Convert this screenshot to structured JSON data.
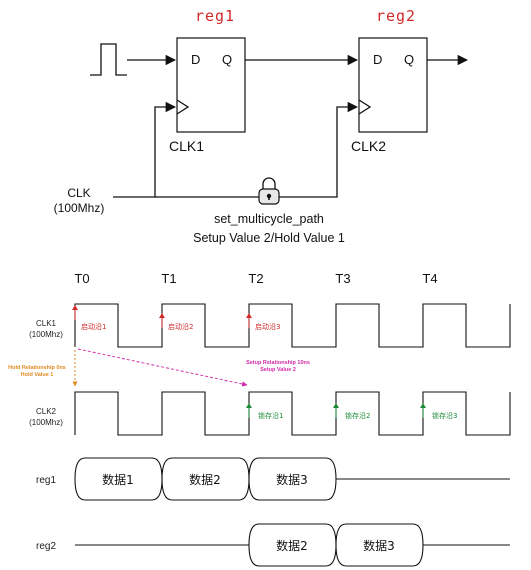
{
  "circuit": {
    "reg1_title": "reg1",
    "reg2_title": "reg2",
    "reg1": {
      "d": "D",
      "q": "Q",
      "clk_name": "CLK1"
    },
    "reg2": {
      "d": "D",
      "q": "Q",
      "clk_name": "CLK2"
    },
    "clk_label": "CLK",
    "clk_freq": "(100Mhz)",
    "constraint_line1": "set_multicycle_path",
    "constraint_line2": "Setup Value 2/Hold Value 1"
  },
  "timing": {
    "ticks": [
      "T0",
      "T1",
      "T2",
      "T3",
      "T4"
    ],
    "clk1_label": "CLK1",
    "clk1_freq": "(100Mhz)",
    "clk2_label": "CLK2",
    "clk2_freq": "(100Mhz)",
    "launch_edges": [
      "启动沿1",
      "启动沿2",
      "启动沿3"
    ],
    "capture_edges": [
      "锁存沿1",
      "锁存沿2",
      "锁存沿3"
    ],
    "hold_note_line1": "Hold Relationship 0ns",
    "hold_note_line2": "Hold Value 1",
    "setup_note_line1": "Setup Relationship 10ns",
    "setup_note_line2": "Setup Value 2",
    "reg1_label": "reg1",
    "reg1_data": [
      "数据1",
      "数据2",
      "数据3"
    ],
    "reg2_label": "reg2",
    "reg2_data": [
      "数据2",
      "数据3"
    ]
  },
  "colors": {
    "register_title": "#d12a2a",
    "launch_edge": "#d12a2a",
    "capture_edge": "#1d8a3a",
    "hold_note": "#e08a1e",
    "setup_note": "#d12aa8"
  }
}
